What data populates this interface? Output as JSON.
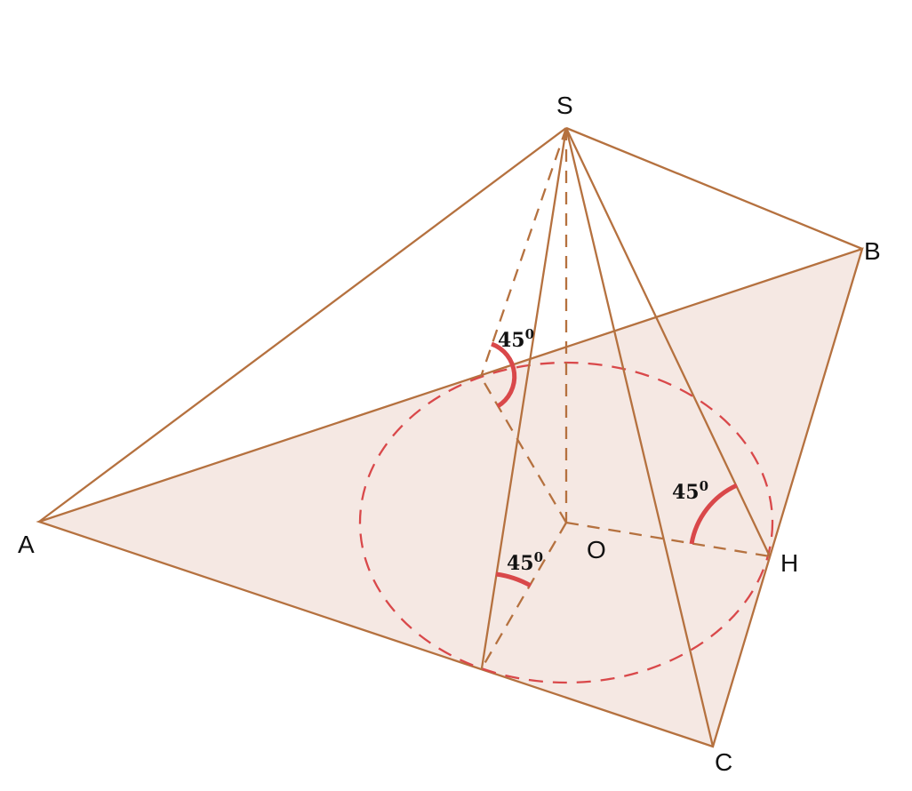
{
  "diagram": {
    "points": {
      "S": "S",
      "A": "A",
      "B": "B",
      "C": "C",
      "H": "H",
      "O": "O"
    },
    "angles": [
      {
        "value": "45",
        "unit": "0"
      },
      {
        "value": "45",
        "unit": "0"
      },
      {
        "value": "45",
        "unit": "0"
      }
    ],
    "colors": {
      "edge": "#b5713f",
      "fill": "#f5e8e3",
      "circle": "#d9484a",
      "angle": "#d9484a"
    }
  }
}
